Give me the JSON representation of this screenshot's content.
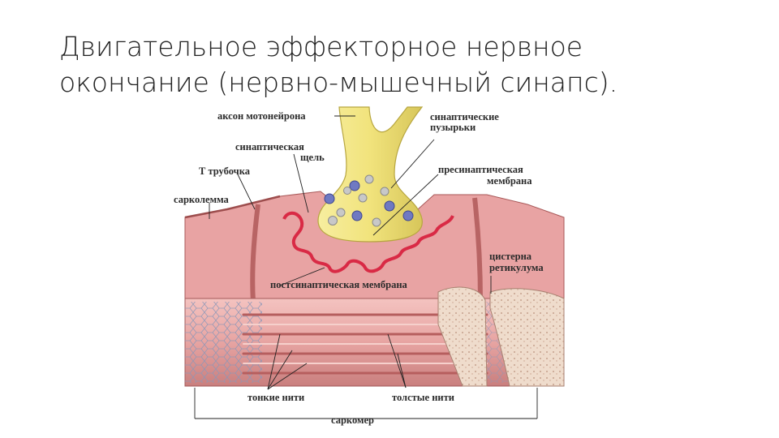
{
  "slide": {
    "title_line1": "Двигательное эффекторное нервное",
    "title_line2": "окончание (нервно-мышечный синапс)."
  },
  "diagram": {
    "labels": {
      "axon": "аксон мотонейрона",
      "vesicles_1": "синаптические",
      "vesicles_2": "пузырьки",
      "cleft_1": "синаптическая",
      "cleft_2": "щель",
      "t_tubule": "Т трубочка",
      "presynaptic_1": "пресинаптическая",
      "presynaptic_2": "мембрана",
      "sarcolemma": "сарколемма",
      "cistern_1": "цистерна",
      "cistern_2": "ретикулума",
      "postsynaptic": "постсинаптическая мембрана",
      "thin": "тонкие нити",
      "thick": "толстые нити",
      "sarcomere": "саркомер"
    },
    "colors": {
      "muscle": "#e8a3a3",
      "muscle_dark": "#c86b6b",
      "postsynaptic_fold": "#d92a45",
      "axon": "#f1e37c",
      "axon_edge": "#b7a640",
      "vesicle": "#6f79c2",
      "reticulum": "#efdccc"
    }
  }
}
